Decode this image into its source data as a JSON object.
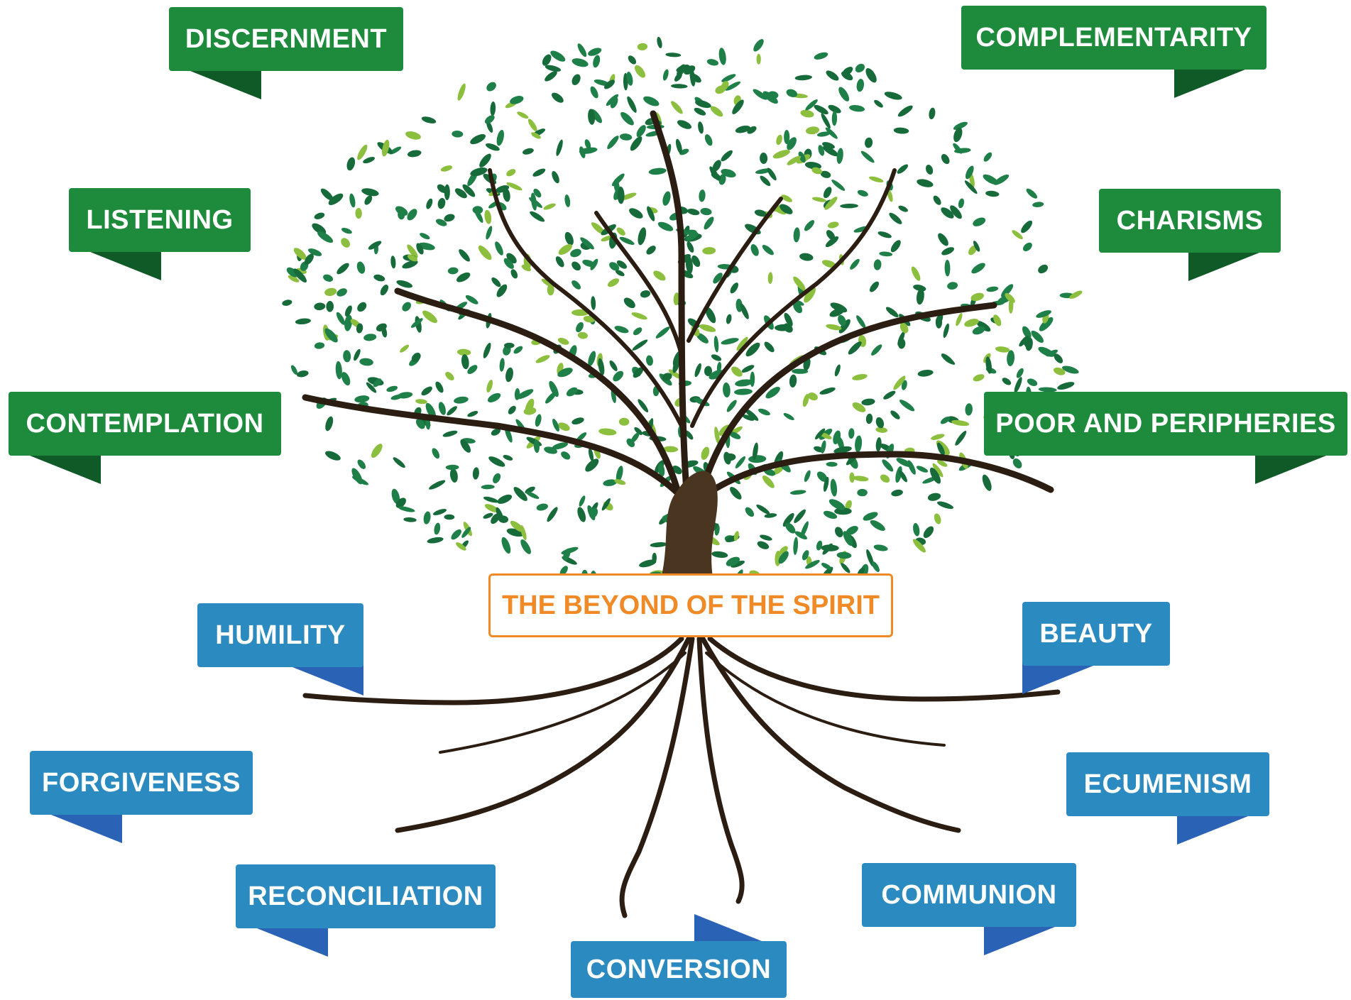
{
  "center_title": "THE BEYOND OF THE SPIRIT",
  "colors": {
    "green_ribbon": "#1e8a3c",
    "blue_ribbon": "#2b8ac0",
    "center_accent": "#ef8a26",
    "leaf_dark": "#176b3a",
    "leaf_light": "#8dbf3f",
    "trunk": "#3d2a1a"
  },
  "branch_virtues": [
    "DISCERNMENT",
    "COMPLEMENTARITY",
    "LISTENING",
    "CHARISMS",
    "CONTEMPLATION",
    "POOR AND PERIPHERIES"
  ],
  "root_virtues": [
    "HUMILITY",
    "BEAUTY",
    "FORGIVENESS",
    "ECUMENISM",
    "RECONCILIATION",
    "COMMUNION",
    "CONVERSION"
  ]
}
